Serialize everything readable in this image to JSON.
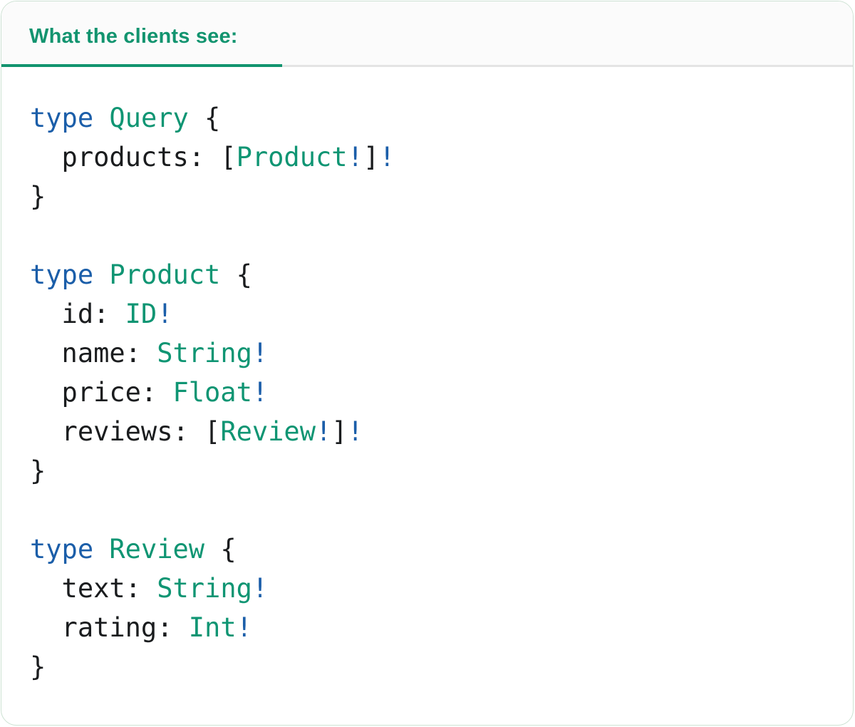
{
  "tab": {
    "label": "What the clients see:"
  },
  "colors": {
    "keyword": "#1B5EA9",
    "type-name": "#0F9573",
    "code-text": "#1A1C1E",
    "tab-text": "#12946F",
    "tab-indicator": "#12946F",
    "divider": "#E4E4E4",
    "card-border": "#CDE2D3",
    "tab-bar-bg": "#FBFBFB",
    "card-bg": "#FFFFFF"
  },
  "code": {
    "lines": [
      {
        "tokens": [
          [
            "kw",
            "type"
          ],
          [
            "plain",
            " "
          ],
          [
            "type",
            "Query"
          ],
          [
            "plain",
            " {"
          ]
        ]
      },
      {
        "tokens": [
          [
            "plain",
            "  products: ["
          ],
          [
            "type",
            "Product"
          ],
          [
            "kw",
            "!"
          ],
          [
            "plain",
            "]"
          ],
          [
            "kw",
            "!"
          ]
        ]
      },
      {
        "tokens": [
          [
            "plain",
            "}"
          ]
        ]
      },
      {
        "tokens": []
      },
      {
        "tokens": [
          [
            "kw",
            "type"
          ],
          [
            "plain",
            " "
          ],
          [
            "type",
            "Product"
          ],
          [
            "plain",
            " {"
          ]
        ]
      },
      {
        "tokens": [
          [
            "plain",
            "  id: "
          ],
          [
            "type",
            "ID"
          ],
          [
            "kw",
            "!"
          ]
        ]
      },
      {
        "tokens": [
          [
            "plain",
            "  name: "
          ],
          [
            "type",
            "String"
          ],
          [
            "kw",
            "!"
          ]
        ]
      },
      {
        "tokens": [
          [
            "plain",
            "  price: "
          ],
          [
            "type",
            "Float"
          ],
          [
            "kw",
            "!"
          ]
        ]
      },
      {
        "tokens": [
          [
            "plain",
            "  reviews: ["
          ],
          [
            "type",
            "Review"
          ],
          [
            "kw",
            "!"
          ],
          [
            "plain",
            "]"
          ],
          [
            "kw",
            "!"
          ]
        ]
      },
      {
        "tokens": [
          [
            "plain",
            "}"
          ]
        ]
      },
      {
        "tokens": []
      },
      {
        "tokens": [
          [
            "kw",
            "type"
          ],
          [
            "plain",
            " "
          ],
          [
            "type",
            "Review"
          ],
          [
            "plain",
            " {"
          ]
        ]
      },
      {
        "tokens": [
          [
            "plain",
            "  text: "
          ],
          [
            "type",
            "String"
          ],
          [
            "kw",
            "!"
          ]
        ]
      },
      {
        "tokens": [
          [
            "plain",
            "  rating: "
          ],
          [
            "type",
            "Int"
          ],
          [
            "kw",
            "!"
          ]
        ]
      },
      {
        "tokens": [
          [
            "plain",
            "}"
          ]
        ]
      }
    ]
  }
}
